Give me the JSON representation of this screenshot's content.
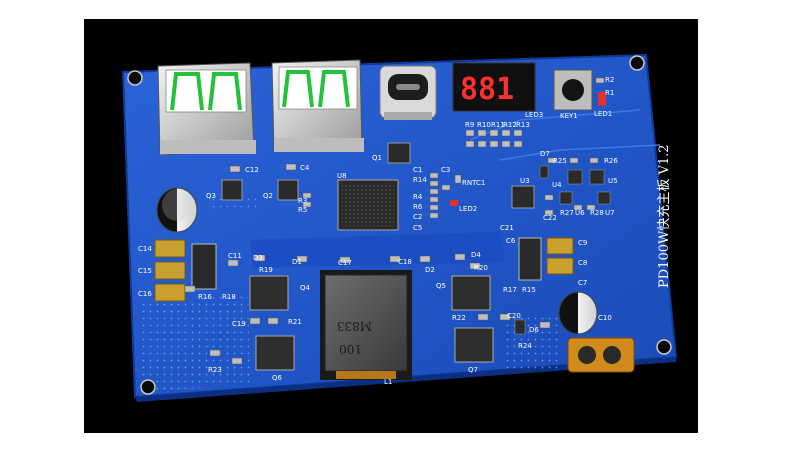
{
  "scene": {
    "board_title": "PD100W快充主板 V1.2",
    "display_digits": "881",
    "inductor_top": "100",
    "inductor_bottom": "M833",
    "colors": {
      "background": "#000000",
      "pcb": "#1f56c8",
      "pcb_dark": "#123c9a",
      "silkscreen": "#ffffff",
      "usb_tongue": "#23c23a",
      "segment": "#ff3030",
      "terminal": "#d18a1c"
    }
  },
  "labels": {
    "c12": "C12",
    "c4": "C4",
    "q1": "Q1",
    "q2": "Q2",
    "q3": "Q3",
    "u8": "U8",
    "r3": "R3",
    "r5": "R5",
    "c14": "C14",
    "c15": "C15",
    "c16": "C16",
    "r16": "R16",
    "r18": "R18",
    "c11": "C11",
    "d3": "D3",
    "r19": "R19",
    "d1": "D1",
    "c17": "C17",
    "c18": "C18",
    "d2": "D2",
    "d4": "D4",
    "r20": "R20",
    "q4": "Q4",
    "q5": "Q5",
    "c19": "C19",
    "r21": "R21",
    "r22": "R22",
    "c20": "C20",
    "r15": "R15",
    "r17": "R17",
    "r23": "R23",
    "q6": "Q6",
    "q7": "Q7",
    "l1": "L1",
    "d6": "D6",
    "r24": "R24",
    "c1": "C1",
    "c3": "C3",
    "r14": "R14",
    "r4": "R4",
    "r6": "R6",
    "c2": "C2",
    "c5": "C5",
    "led2": "LED2",
    "rntc1": "RNTC1",
    "r9": "R9",
    "r10": "R10",
    "r11": "R11",
    "r12": "R12",
    "r13": "R13",
    "led3": "LED3",
    "key1": "KEY1",
    "led1": "LED1",
    "r1": "R1",
    "r2": "R2",
    "d7": "D7",
    "r25": "R25",
    "r26": "R26",
    "u3": "U3",
    "u4": "U4",
    "u5": "U5",
    "u6": "U6",
    "u7": "U7",
    "r27": "R27",
    "r28": "R28",
    "c21": "C21",
    "c22": "C22",
    "c6": "C6",
    "c8": "C8",
    "c9": "C9",
    "c7": "C7",
    "c10": "C10"
  }
}
